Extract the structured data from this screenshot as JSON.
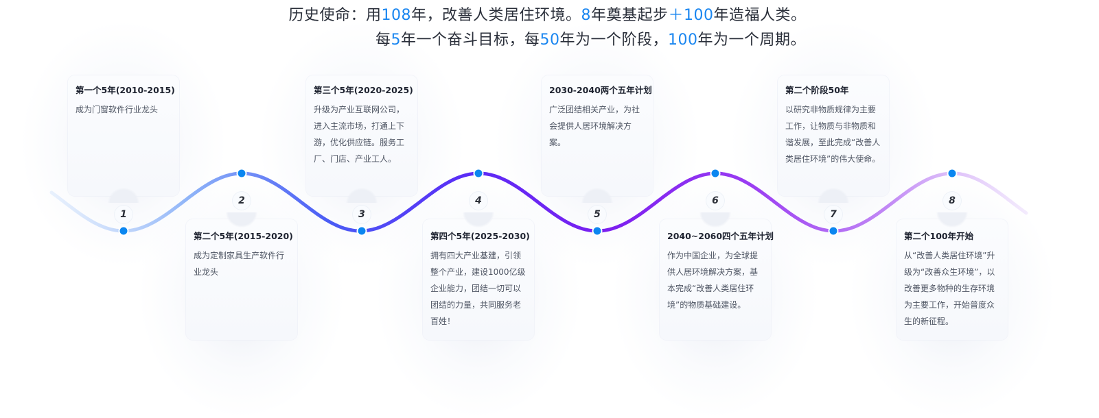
{
  "headline": {
    "line1": [
      {
        "text": "历史使命：用",
        "hl": false
      },
      {
        "text": "108",
        "hl": true
      },
      {
        "text": "年，改善人类居住环境。",
        "hl": false
      },
      {
        "text": "8",
        "hl": true
      },
      {
        "text": "年奠基起步",
        "hl": false
      },
      {
        "text": "＋100",
        "hl": true
      },
      {
        "text": "年造福人类。",
        "hl": false
      }
    ],
    "line2": [
      {
        "text": "每",
        "hl": false
      },
      {
        "text": "5",
        "hl": true
      },
      {
        "text": "年一个奋斗目标，每",
        "hl": false
      },
      {
        "text": "50",
        "hl": true
      },
      {
        "text": "年为一个阶段，",
        "hl": false
      },
      {
        "text": "100",
        "hl": true
      },
      {
        "text": "年为一个周期。",
        "hl": false
      }
    ]
  },
  "colors": {
    "highlight": "#1a86f0",
    "dot": "#0b86f0",
    "wave_gradient": [
      "#d6e6fc",
      "#8fb4f8",
      "#4a5cf5",
      "#5b2cf6",
      "#7c1ff0",
      "#9a3cf2",
      "#c28af5",
      "#e9d9fb"
    ]
  },
  "timeline": [
    {
      "number": "1",
      "position": "top",
      "title": "第一个5年(2010-2015)",
      "desc": "成为门窗软件行业龙头"
    },
    {
      "number": "2",
      "position": "bottom",
      "title": "第二个5年(2015-2020)",
      "desc": "成为定制家具生产软件行业龙头"
    },
    {
      "number": "3",
      "position": "top",
      "title": "第三个5年(2020-2025)",
      "desc": "升级为产业互联网公司，进入主流市场，打通上下游，优化供应链。服务工厂、门店、产业工人。"
    },
    {
      "number": "4",
      "position": "bottom",
      "title": "第四个5年(2025-2030)",
      "desc": "拥有四大产业基建，引领整个产业，建设1000亿级企业能力，团结一切可以团结的力量，共同服务老百姓！"
    },
    {
      "number": "5",
      "position": "top",
      "title": "2030-2040两个五年计划",
      "desc": "广泛团结相关产业，为社会提供人居环境解决方案。"
    },
    {
      "number": "6",
      "position": "bottom",
      "title": "2040~2060四个五年计划",
      "desc": "作为中国企业，为全球提供人居环境解决方案，基本完成“改善人类居住环境”的物质基础建设。"
    },
    {
      "number": "7",
      "position": "top",
      "title": "第二个阶段50年",
      "desc": "以研究非物质规律为主要工作，让物质与非物质和谐发展，至此完成“改善人类居住环境”的伟大使命。"
    },
    {
      "number": "8",
      "position": "bottom",
      "title": "第二个100年开始",
      "desc": "从“改善人类居住环境”升级为“改善众生环境”，以改善更多物种的生存环境为主要工作，开始普度众生的新征程。"
    }
  ]
}
